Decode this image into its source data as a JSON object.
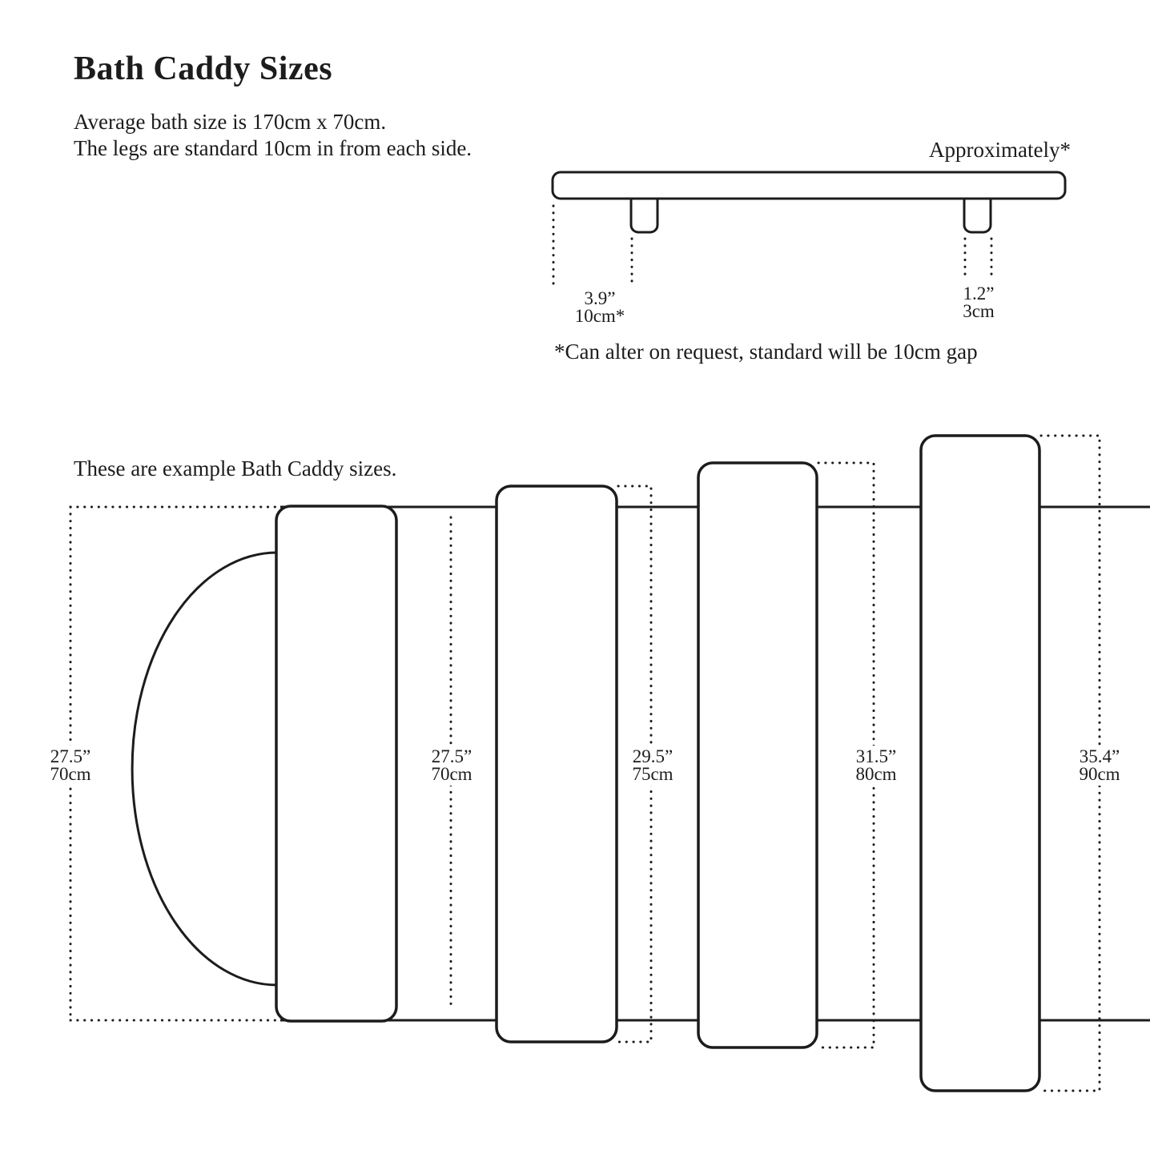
{
  "page": {
    "title": "Bath Caddy Sizes",
    "intro_line1": "Average bath size is 170cm x 70cm.",
    "intro_line2": "The legs are standard 10cm in from each side.",
    "approximately": "Approximately*",
    "footnote": "*Can alter on request, standard will be 10cm gap",
    "examples_caption": "These are example Bath Caddy sizes."
  },
  "side_view": {
    "leg_inset_inches": "3.9”",
    "leg_inset_cm": "10cm*",
    "leg_width_inches": "1.2”",
    "leg_width_cm": "3cm"
  },
  "top_view_sizes": [
    {
      "inches": "27.5”",
      "cm": "70cm"
    },
    {
      "inches": "27.5”",
      "cm": "70cm"
    },
    {
      "inches": "29.5”",
      "cm": "75cm"
    },
    {
      "inches": "31.5”",
      "cm": "80cm"
    },
    {
      "inches": "35.4”",
      "cm": "90cm"
    }
  ],
  "colors": {
    "ink": "#1c1c1c",
    "background": "#ffffff"
  }
}
